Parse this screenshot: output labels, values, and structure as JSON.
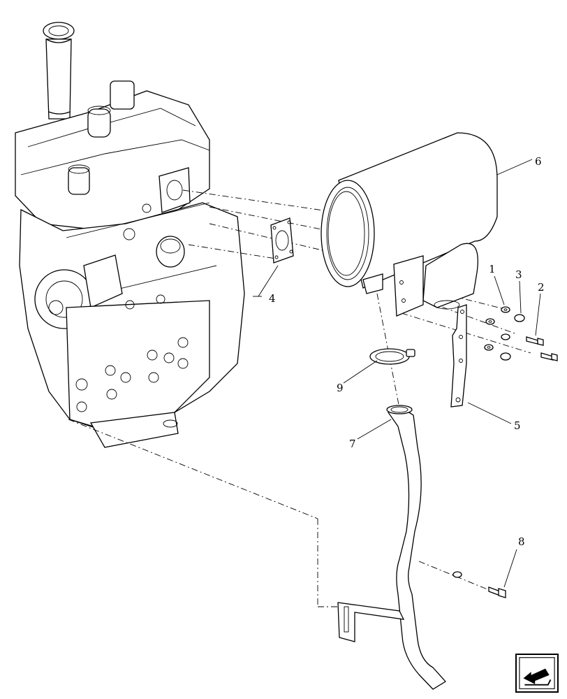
{
  "diagram": {
    "callouts": {
      "c1": "1",
      "c2": "2",
      "c3": "3",
      "c4": "4",
      "c5": "5",
      "c6": "6",
      "c7": "7",
      "c8": "8",
      "c9": "9"
    }
  },
  "navigation": {
    "icon": "arrow-back-icon"
  }
}
